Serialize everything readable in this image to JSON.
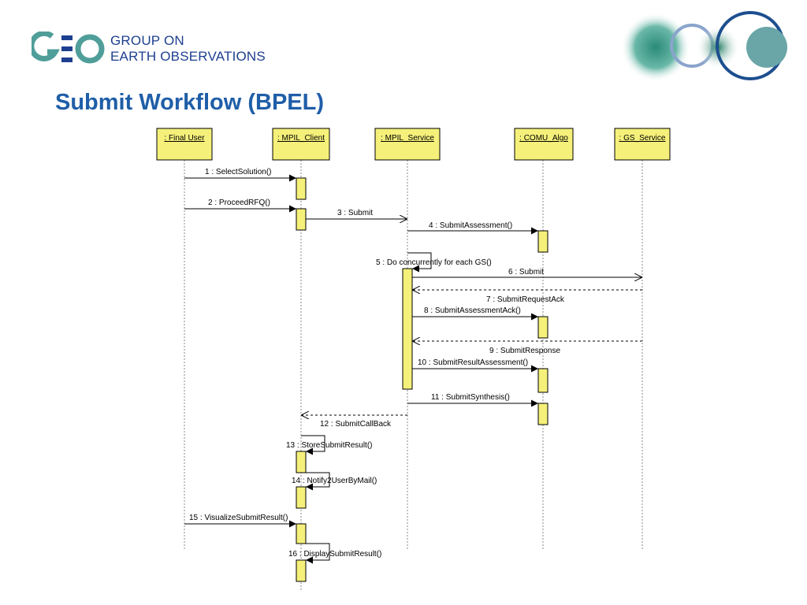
{
  "header": {
    "org_line1": "GROUP ON",
    "org_line2": "EARTH OBSERVATIONS",
    "title": "Submit Workflow (BPEL)"
  },
  "colors": {
    "title": "#1f5ea8",
    "logo_text": "#1d3f8f",
    "activation_fill": "#f5f07a",
    "participant_fill": "#f5f07a"
  },
  "diagram": {
    "participants": [
      ": Final User",
      ": MPIL_Client",
      ": MPIL_Service",
      ": COMU_Algo",
      ": GS_Service"
    ],
    "messages": [
      "1 : SelectSolution()",
      "2 : ProceedRFQ()",
      "3 : Submit",
      "4 : SubmitAssessment()",
      "5 : Do concurrently for each GS()",
      "6 : Submit",
      "7 : SubmitRequestAck",
      "8 : SubmitAssessmentAck()",
      "9 : SubmitResponse",
      "10 : SubmitResultAssessment()",
      "11 : SubmitSynthesis()",
      "12 : SubmitCallBack",
      "13 : StoreSubmitResult()",
      "14 : Notify2UserByMail()",
      "15 : VisualizeSubmitResult()",
      "16 : DisplaySubmitResult()"
    ]
  }
}
